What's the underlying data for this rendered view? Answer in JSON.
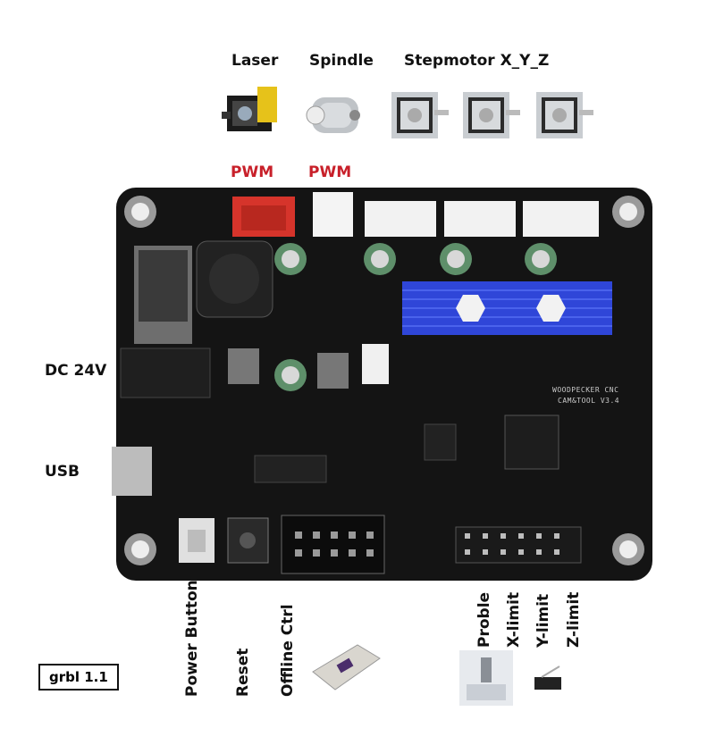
{
  "labels": {
    "laser": "Laser",
    "spindle": "Spindle",
    "stepmotor": "Stepmotor X_Y_Z",
    "pwm_laser": "PWM",
    "pwm_spindle": "PWM",
    "dc": "DC 24V",
    "usb": "USB",
    "power_button": "Power Button",
    "reset": "Reset",
    "offline_ctrl": "Offline Ctrl",
    "probe": "Proble",
    "x_limit": "X-limit",
    "y_limit": "Y-limit",
    "z_limit": "Z-limit",
    "grbl": "grbl 1.1"
  },
  "board_text": {
    "line1": "WOODPECKER CNC",
    "line2": "CAM&TOOL V3.4"
  },
  "colors": {
    "pwm": "#c8202a",
    "board": "#151515",
    "heatsink": "#2f46d8",
    "connector": "#f2f2f2"
  }
}
